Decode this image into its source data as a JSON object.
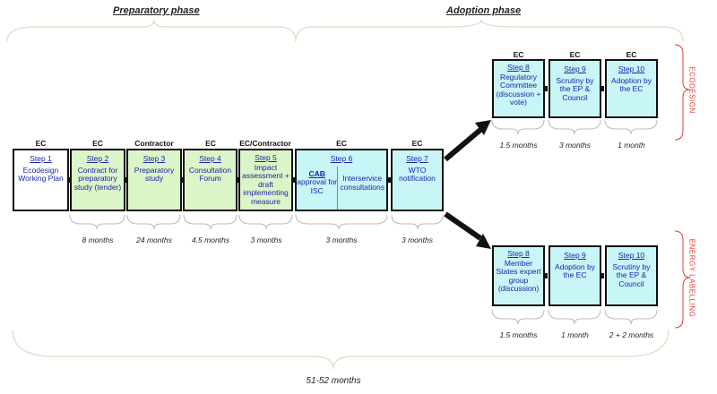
{
  "phases": {
    "preparatory": "Preparatory phase",
    "adoption": "Adoption phase"
  },
  "steps": [
    {
      "owner": "EC",
      "step": "Step 1",
      "desc": "Ecodesign Working Plan",
      "duration": ""
    },
    {
      "owner": "EC",
      "step": "Step 2",
      "desc": "Contract for preparatory study (tender)",
      "duration": "8 months"
    },
    {
      "owner": "Contractor",
      "step": "Step 3",
      "desc": "Preparatory study",
      "duration": "24 months"
    },
    {
      "owner": "EC",
      "step": "Step 4",
      "desc": "Consultation Forum",
      "duration": "4.5 months"
    },
    {
      "owner": "EC/Contractor",
      "step": "Step 5",
      "desc": "Impact assessment + draft implementing measure",
      "duration": "3 months"
    },
    {
      "owner": "EC",
      "step": "Step 6",
      "cab": "CAB",
      "cab_desc": "approval for ISC",
      "isc": "Interservice consultations",
      "duration": "3 months"
    },
    {
      "owner": "EC",
      "step": "Step 7",
      "desc": "WTO notification",
      "duration": "3 months"
    }
  ],
  "ecodesign": {
    "label": "ECODESIGN",
    "steps": [
      {
        "owner": "EC",
        "step": "Step 8",
        "desc": "Regulatory Committee (discussion + vote)",
        "duration": "1.5 months"
      },
      {
        "owner": "EC",
        "step": "Step 9",
        "desc": "Scrutiny by the EP & Council",
        "duration": "3 months"
      },
      {
        "owner": "EC",
        "step": "Step 10",
        "desc": "Adoption by the EC",
        "duration": "1 month"
      }
    ]
  },
  "energy_labelling": {
    "label": "ENERGY LABELLING",
    "steps": [
      {
        "step": "Step 8",
        "desc": "Member States expert group (discussion)",
        "duration": "1.5 months"
      },
      {
        "step": "Step 9",
        "desc": "Adoption by the EC",
        "duration": "1 month"
      },
      {
        "step": "Step 10",
        "desc": "Scrutiny by the EP & Council",
        "duration": "2 + 2 months"
      }
    ]
  },
  "total_duration": "51-52 months",
  "colors": {
    "ec_step": "#dcf5c8",
    "adoption_step": "#c8f5f5",
    "text": "#1a25a8",
    "side_label": "#e23b3b"
  }
}
